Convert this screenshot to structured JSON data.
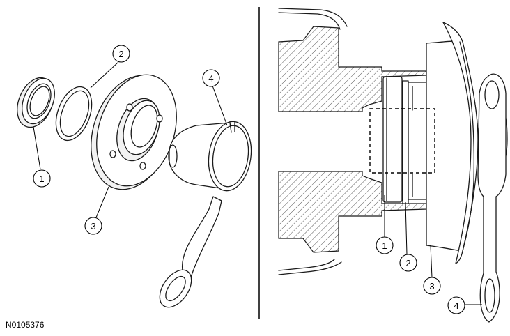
{
  "figure_id": "N0105376",
  "exploded_view": {
    "callouts": [
      "1",
      "2",
      "3",
      "4"
    ]
  },
  "section_view": {
    "callouts": [
      "1",
      "2",
      "3",
      "4"
    ]
  }
}
